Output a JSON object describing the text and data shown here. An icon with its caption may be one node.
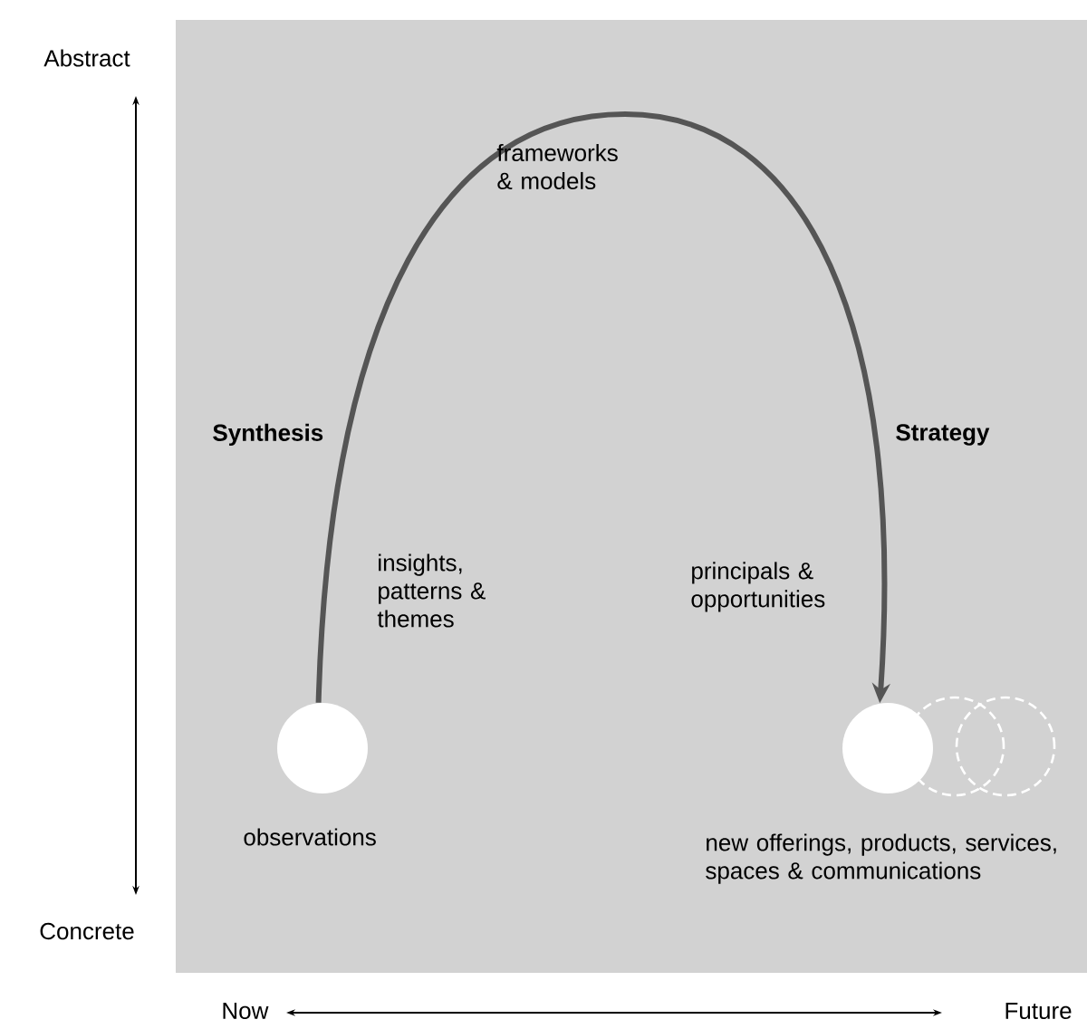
{
  "diagram": {
    "nodes": [
      {
        "text": [],
        "shape": "circle",
        "beside": [
          "observations"
        ]
      },
      {
        "text": [],
        "shape": "circle",
        "beside": [
          "new offerings, products, services, spaces & communications"
        ]
      },
      {
        "text": [],
        "shape": "circle"
      },
      {
        "text": [],
        "shape": "circle"
      }
    ],
    "edges": [
      {
        "from": 0,
        "to": 1,
        "arrow": "to"
      }
    ],
    "labels": [
      "Abstract",
      "frameworks & models",
      "Synthesis",
      "Strategy",
      "insights, patterns & themes",
      "principals & opportunities",
      "Concrete",
      "Now",
      "Future"
    ]
  }
}
